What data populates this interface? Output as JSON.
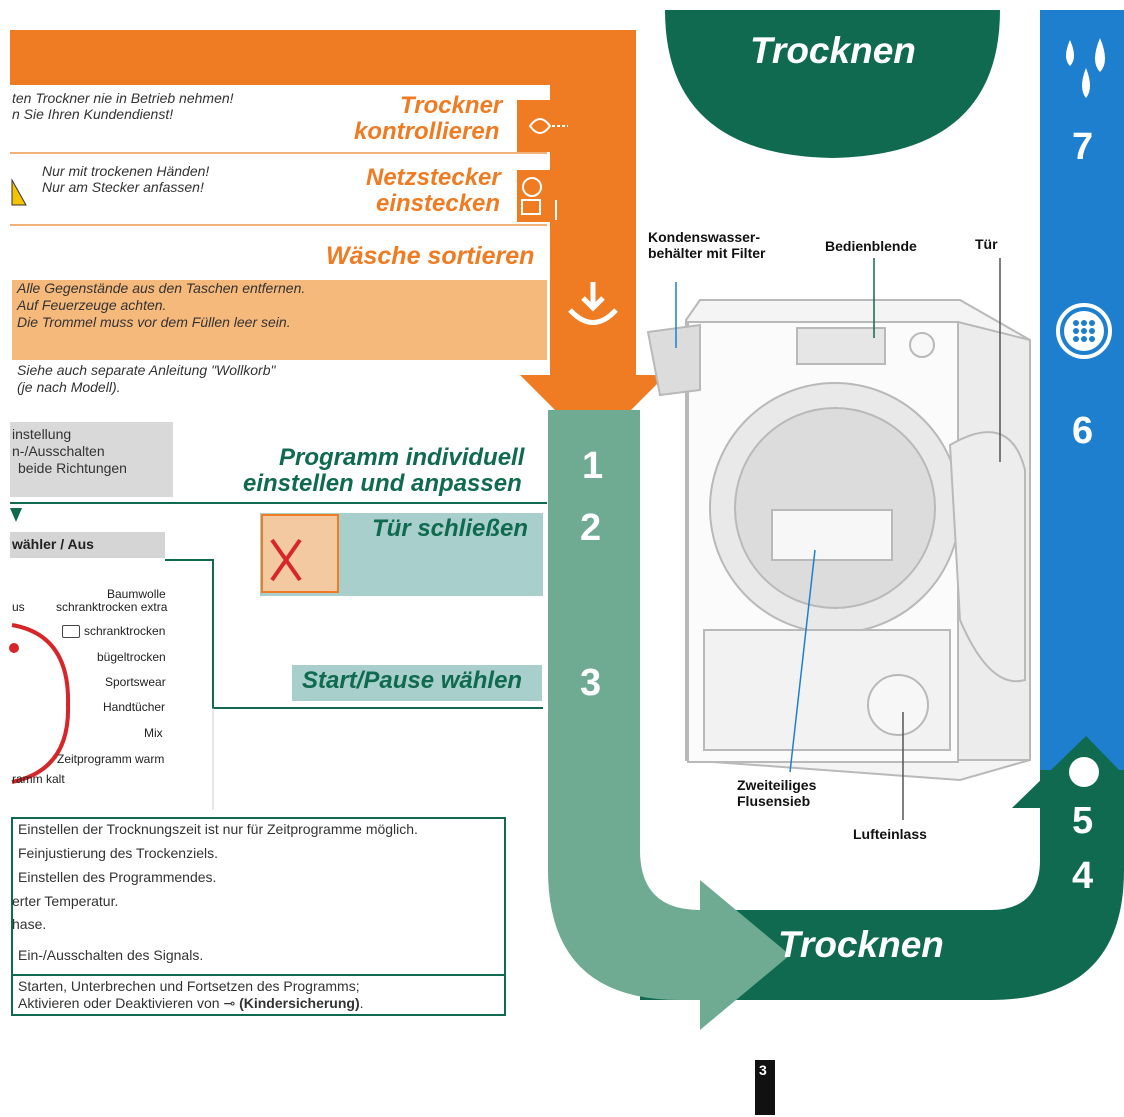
{
  "trocknen_top": "Trocknen",
  "trocknen_bottom": "Trocknen",
  "sections": {
    "kontrollieren": {
      "warn": "ten Trockner nie in Betrieb nehmen!",
      "warn2": "n Sie Ihren Kundendienst!",
      "line1": "Trockner",
      "line2": "kontrollieren"
    },
    "netzstecker": {
      "warn": "Nur mit trockenen Händen!",
      "warn2": "Nur am Stecker anfassen!",
      "line1": "Netzstecker",
      "line2": "einstecken"
    },
    "sortieren": {
      "title": "Wäsche sortieren",
      "b1": "Alle Gegenstände aus den Taschen entfernen.",
      "b2": "Auf Feuerzeuge achten.",
      "b3": "Die Trommel muss vor dem Füllen leer sein.",
      "n1": "Siehe auch separate Anleitung \"Wollkorb\"",
      "n2": "(je nach Modell)."
    },
    "programm": {
      "box1": "instellung",
      "box2": "n-/Ausschalten",
      "box3": "beide Richtungen",
      "line1": "Programm individuell",
      "line2": "einstellen und anpassen"
    },
    "tuer": {
      "title": "Tür schließen"
    },
    "start": {
      "title": "Start/Pause wählen"
    }
  },
  "steps": {
    "s1": "1",
    "s2": "2",
    "s3": "3",
    "s4": "4",
    "s5": "5",
    "s6": "6",
    "s7": "7"
  },
  "dial": {
    "header": "wähler / Aus",
    "aus": "us",
    "baumwolle1": "Baumwolle",
    "baumwolle2": "schranktrocken extra",
    "items": [
      "schranktrocken",
      "bügeltrocken",
      "Sportswear",
      "Handtücher",
      "Mix",
      "Zeitprogramm warm"
    ],
    "kalt": "ramm kalt"
  },
  "table": [
    "Einstellen der Trocknungszeit ist nur für Zeitprogramme möglich.",
    "Feinjustierung des Trockenziels.",
    "Einstellen des Programmendes.",
    "erter Temperatur.",
    "hase.",
    "Ein-/Ausschalten des Signals."
  ],
  "table_last1": "Starten, Unterbrechen und Fortsetzen des Programms;",
  "table_last2a": "Aktivieren oder Deaktivieren von ",
  "table_last2b": "(Kindersicherung)",
  "callouts": {
    "kond1": "Kondenswasser-",
    "kond2": "behälter mit Filter",
    "bedien": "Bedienblende",
    "tuer": "Tür",
    "sieb1": "Zweiteiliges",
    "sieb2": "Flusensieb",
    "luft": "Lufteinlass"
  },
  "page_number": "3",
  "colors": {
    "orange": "#ef7b22",
    "green_dark": "#0f6a4f",
    "green_light": "#6fab92",
    "blue": "#1f7fcf",
    "teal_box": "#a8cfcb",
    "orange_light": "#f6b97c"
  }
}
